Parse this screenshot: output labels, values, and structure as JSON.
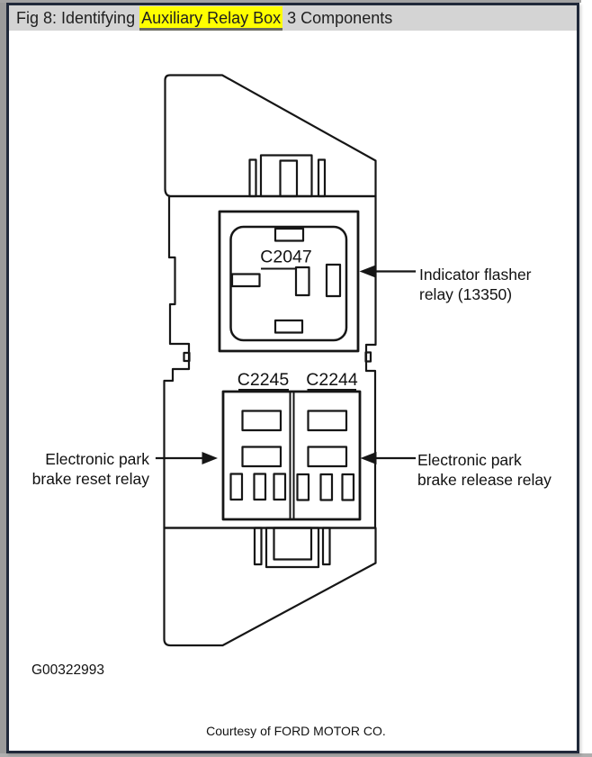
{
  "window": {
    "title_prefix": "Fig 8: Identifying ",
    "title_highlight": "Auxiliary Relay Box",
    "title_suffix": " 3 Components",
    "titlebar_bg": "#d4d4d4",
    "highlight_color": "#ffff00",
    "border_color": "#20293a"
  },
  "diagram": {
    "line_color": "#161616",
    "connectors": {
      "top_id": "C2047",
      "bottom_left_id": "C2245",
      "bottom_right_id": "C2244"
    },
    "labels": {
      "indicator": {
        "line1": "Indicator flasher",
        "line2": "relay (13350)"
      },
      "reset": {
        "line1": "Electronic park",
        "line2": "brake reset relay"
      },
      "release": {
        "line1": "Electronic park",
        "line2": "brake release relay"
      }
    },
    "figure_number": "G00322993"
  },
  "footer": {
    "credit": "Courtesy of FORD MOTOR CO."
  }
}
